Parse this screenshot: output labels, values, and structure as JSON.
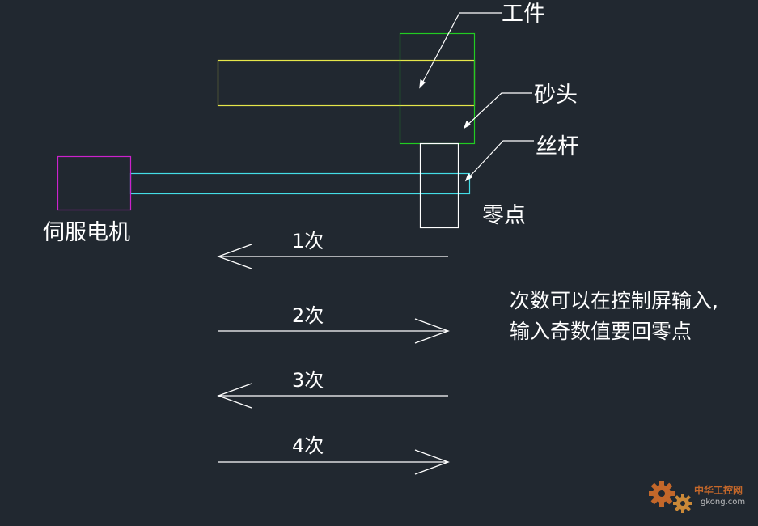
{
  "labels": {
    "workpiece": "工件",
    "sand_head": "砂头",
    "lead_screw": "丝杆",
    "zero_point": "零点",
    "servo_motor": "伺服电机"
  },
  "passes": [
    {
      "label": "1次",
      "direction": "left"
    },
    {
      "label": "2次",
      "direction": "right"
    },
    {
      "label": "3次",
      "direction": "left"
    },
    {
      "label": "4次",
      "direction": "right"
    }
  ],
  "note": {
    "line1": "次数可以在控制屏输入,",
    "line2": "输入奇数值要回零点"
  },
  "watermark": {
    "brand": "中华工控网",
    "domain": "gkong.com"
  },
  "colors": {
    "background": "#212830",
    "workpiece": "#e6e64a",
    "sand_head": "#22cc22",
    "lead_screw": "#44dde6",
    "servo_motor": "#cc22cc",
    "lines": "#ffffff",
    "watermark": "#e0722a"
  }
}
